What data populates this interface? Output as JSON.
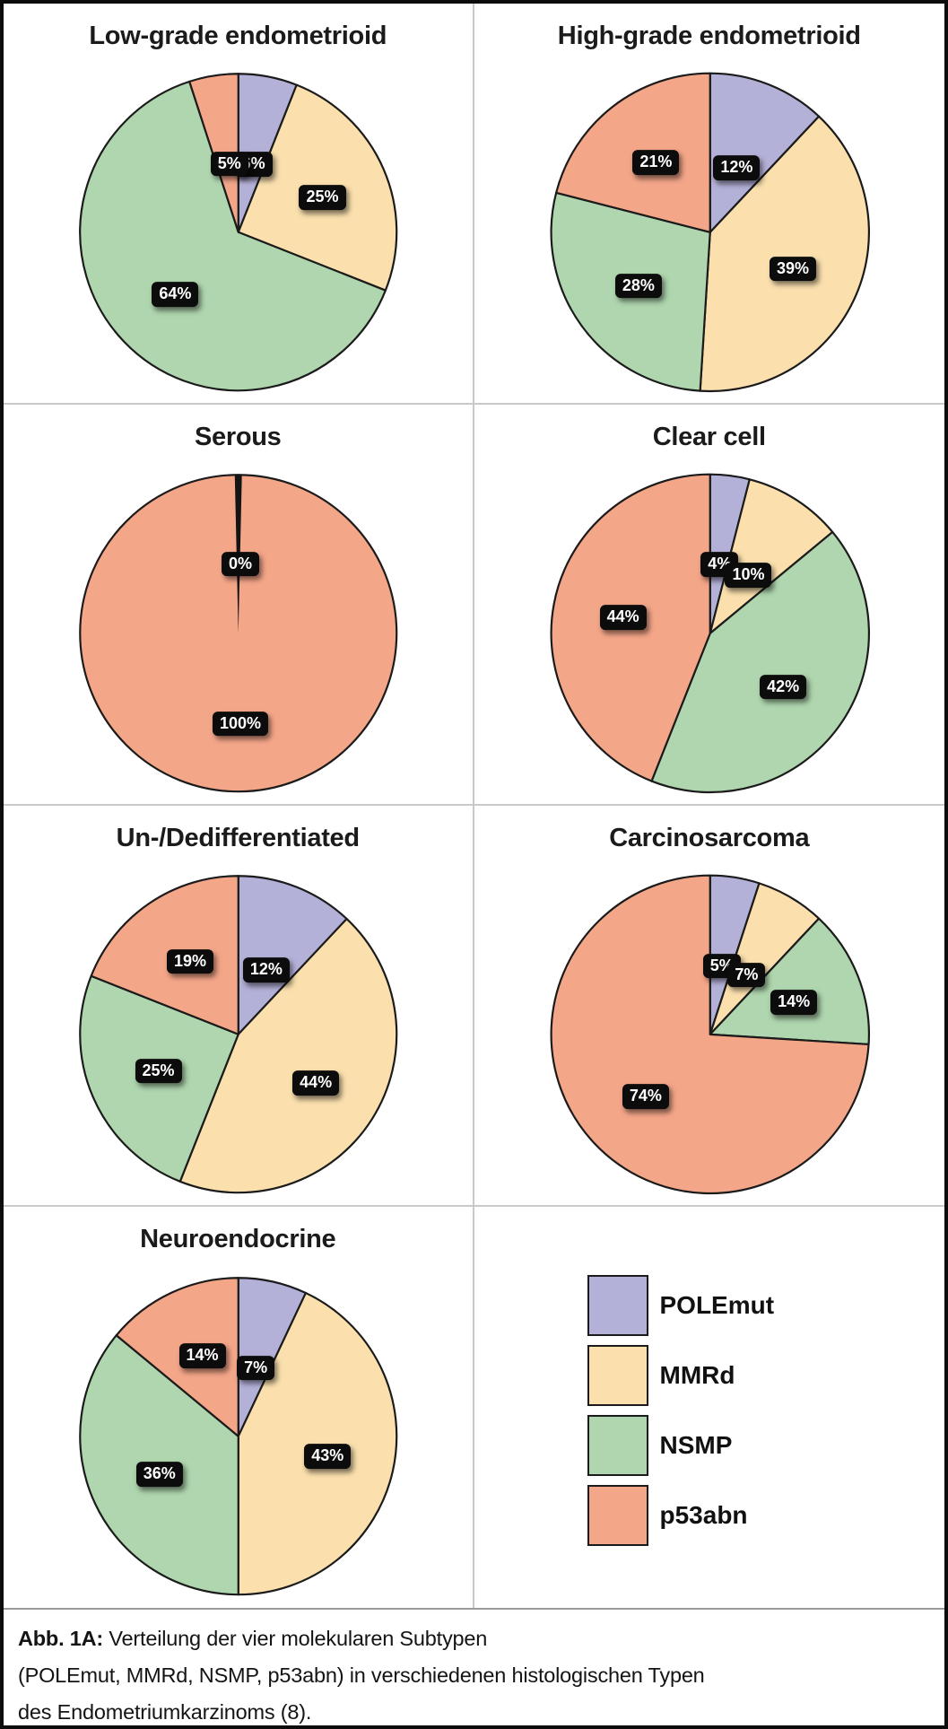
{
  "figure": {
    "caption": {
      "prefix": "Abb. 1A:",
      "line1": " Verteilung der vier molekularen Subtypen",
      "line2": "(POLEmut, MMRd, NSMP, p53abn) in verschiedenen histologischen Typen",
      "line3": "des Endometriumkarzinoms (8)."
    }
  },
  "legend": {
    "items": [
      {
        "label": "POLEmut",
        "color": "#b4b1d8"
      },
      {
        "label": "MMRd",
        "color": "#fbe0ae"
      },
      {
        "label": "NSMP",
        "color": "#afd6ae"
      },
      {
        "label": "p53abn",
        "color": "#f4a689"
      }
    ]
  },
  "chart_style": {
    "slice_border_color": "#1b1b1b",
    "label_box_color": "#0c0c0c",
    "label_text_color": "#ffffff"
  },
  "chart_data": [
    {
      "type": "pie",
      "title": "Low-grade endometrioid",
      "labels": [
        "POLEmut",
        "MMRd",
        "NSMP",
        "p53abn"
      ],
      "values": [
        6,
        25,
        64,
        5
      ],
      "value_labels": [
        "6%",
        "25%",
        "64%",
        "5%"
      ],
      "start_angle": "top",
      "direction": "clockwise"
    },
    {
      "type": "pie",
      "title": "High-grade endometrioid",
      "labels": [
        "POLEmut",
        "MMRd",
        "NSMP",
        "p53abn"
      ],
      "values": [
        12,
        39,
        28,
        21
      ],
      "value_labels": [
        "12%",
        "39%",
        "28%",
        "21%"
      ],
      "start_angle": "top",
      "direction": "clockwise"
    },
    {
      "type": "pie",
      "title": "Serous",
      "labels": [
        "POLEmut",
        "p53abn"
      ],
      "values": [
        0,
        100
      ],
      "value_labels": [
        "0%",
        "100%"
      ],
      "start_angle": "top",
      "direction": "clockwise"
    },
    {
      "type": "pie",
      "title": "Clear cell",
      "labels": [
        "POLEmut",
        "MMRd",
        "NSMP",
        "p53abn"
      ],
      "values": [
        4,
        10,
        42,
        44
      ],
      "value_labels": [
        "4%",
        "10%",
        "42%",
        "44%"
      ],
      "start_angle": "top",
      "direction": "clockwise"
    },
    {
      "type": "pie",
      "title": "Un-/Dedifferentiated",
      "labels": [
        "POLEmut",
        "MMRd",
        "NSMP",
        "p53abn"
      ],
      "values": [
        12,
        44,
        25,
        19
      ],
      "value_labels": [
        "12%",
        "44%",
        "25%",
        "19%"
      ],
      "start_angle": "top",
      "direction": "clockwise"
    },
    {
      "type": "pie",
      "title": "Carcinosarcoma",
      "labels": [
        "POLEmut",
        "MMRd",
        "NSMP",
        "p53abn"
      ],
      "values": [
        5,
        7,
        14,
        74
      ],
      "value_labels": [
        "5%",
        "7%",
        "14%",
        "74%"
      ],
      "start_angle": "top",
      "direction": "clockwise"
    },
    {
      "type": "pie",
      "title": "Neuroendocrine",
      "labels": [
        "POLEmut",
        "MMRd",
        "NSMP",
        "p53abn"
      ],
      "values": [
        7,
        43,
        36,
        14
      ],
      "value_labels": [
        "7%",
        "43%",
        "36%",
        "14%"
      ],
      "start_angle": "top",
      "direction": "clockwise"
    }
  ]
}
